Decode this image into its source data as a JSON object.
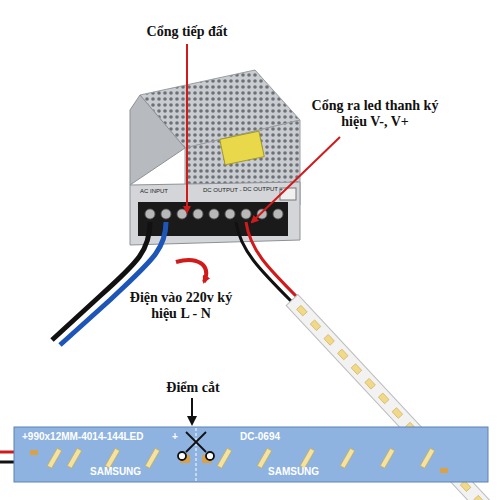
{
  "diagram": {
    "labels": [
      "Cổng tiếp đất",
      "Cổng ra led thanh ký hiệu V-, V+",
      "Điện vào 220v ký hiệu L - N",
      "Điểm cắt",
      "AC INPUT",
      "DC OUTPUT -",
      "DC OUTPUT +",
      "+990x12MM-4014-144LED",
      "+",
      "DC-0694",
      "SAMSUNG",
      "SAMSUNG"
    ]
  }
}
